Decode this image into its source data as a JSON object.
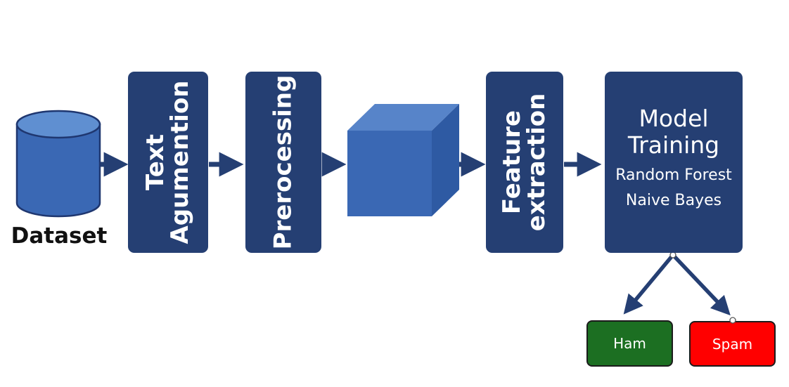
{
  "colors": {
    "block": "#253f73",
    "arrow": "#253f73",
    "cylinder": "#3a68b4",
    "cylinder_top": "#5f8fd1",
    "cube_front": "#3a68b4",
    "cube_top": "#5784c9",
    "cube_side": "#2e5aa3",
    "ham": "#1c6f22",
    "spam": "#ff0000"
  },
  "dataset": {
    "label": "Dataset"
  },
  "steps": {
    "augmentation": {
      "line1": "Text",
      "line2": "Agumention"
    },
    "preprocessing": {
      "label": "Prerocessing"
    },
    "feature": {
      "line1": "Feature",
      "line2": "extraction"
    },
    "model": {
      "title_line1": "Model",
      "title_line2": "Training",
      "algorithms": [
        "Random Forest",
        "Naive Bayes"
      ]
    }
  },
  "outputs": {
    "ham": "Ham",
    "spam": "Spam"
  }
}
